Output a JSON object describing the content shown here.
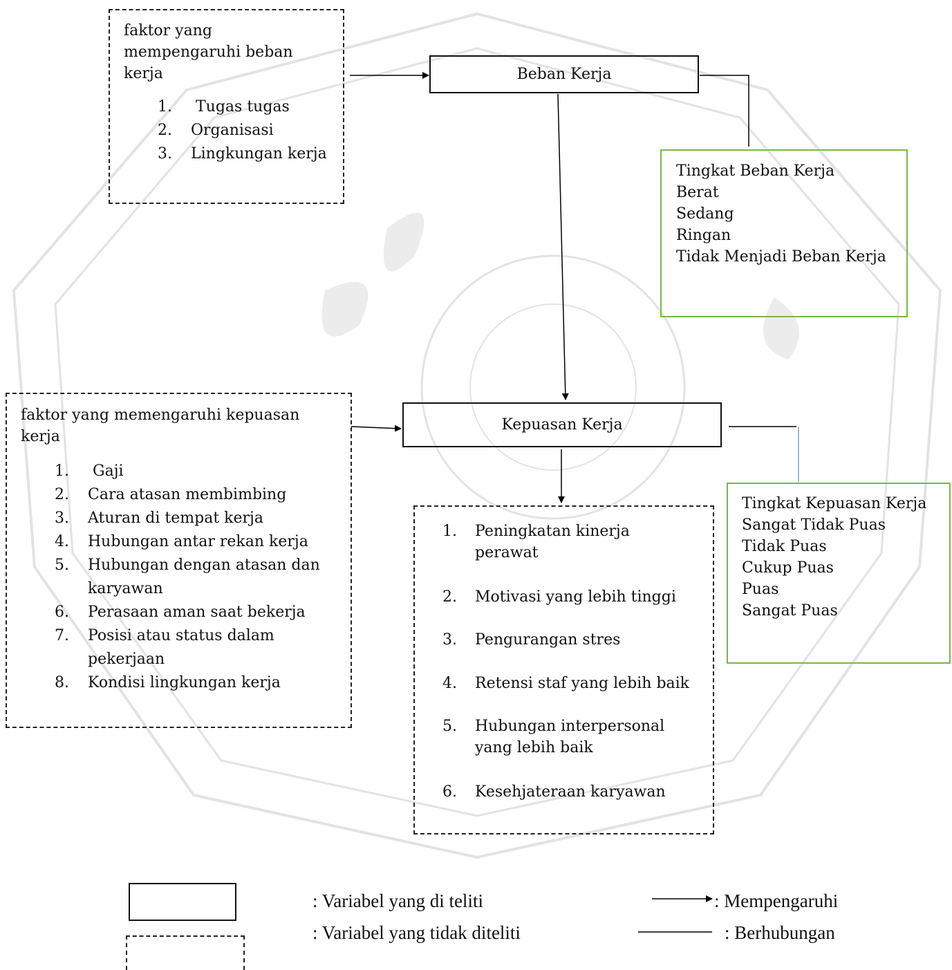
{
  "beban_factors": {
    "title": "faktor yang mempengaruhi beban kerja",
    "items": [
      "Tugas tugas",
      "Organisasi",
      "Lingkungan kerja"
    ]
  },
  "beban_kerja": "Beban Kerja",
  "tingkat_beban": {
    "title": "Tingkat Beban Kerja",
    "levels": [
      "Berat",
      "Sedang",
      "Ringan",
      "Tidak Menjadi Beban Kerja"
    ]
  },
  "kepuasan_factors": {
    "title": "faktor yang memengaruhi kepuasan kerja",
    "items": [
      "Gaji",
      "Cara atasan membimbing",
      "Aturan di tempat kerja",
      "Hubungan antar rekan kerja",
      "Hubungan dengan atasan dan karyawan",
      "Perasaan aman saat bekerja",
      "Posisi atau status dalam pekerjaan",
      "Kondisi lingkungan kerja"
    ]
  },
  "kepuasan_kerja": "Kepuasan Kerja",
  "outcomes": {
    "items": [
      "Peningkatan kinerja perawat",
      "Motivasi yang lebih tinggi",
      "Pengurangan stres",
      "Retensi staf yang lebih baik",
      "Hubungan interpersonal yang lebih baik",
      "Kesehjateraan karyawan"
    ]
  },
  "tingkat_kepuasan": {
    "title": "Tingkat Kepuasan Kerja",
    "levels": [
      "Sangat Tidak Puas",
      "Tidak Puas",
      "Cukup Puas",
      "Puas",
      "Sangat Puas"
    ]
  },
  "legend": {
    "diteliti": ": Variabel yang di teliti",
    "tidak_diteliti": ": Variabel yang tidak diteliti",
    "mempengaruhi": ": Mempengaruhi",
    "berhubungan": ": Berhubungan"
  },
  "colors": {
    "green_border": "#7ab648",
    "connector_blue": "#5b8fd6",
    "watermark": "#e2e2e2"
  }
}
